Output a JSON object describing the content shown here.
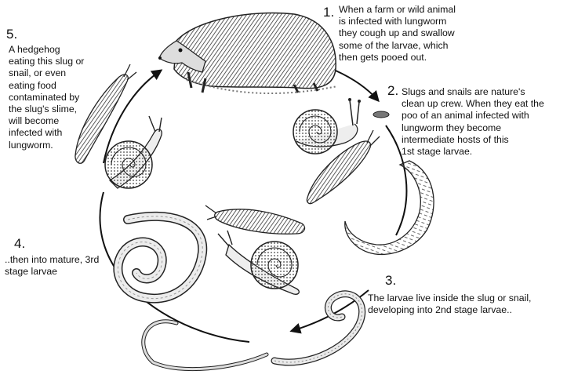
{
  "steps": [
    {
      "number": "1.",
      "text": "When a farm or wild animal\nis infected with lungworm\nthey cough up and swallow\nsome of the larvae, which\nthen gets pooed out."
    },
    {
      "number": "2.",
      "text": "Slugs and snails are nature's\nclean up crew. When they eat the\npoo of an animal infected with\nlungworm they become\nintermediate hosts of this\n        1st stage larvae."
    },
    {
      "number": "3.",
      "text": "The larvae live inside the slug or snail,\ndeveloping into 2nd stage larvae.."
    },
    {
      "number": "4.",
      "text": "..then into mature, 3rd\nstage larvae"
    },
    {
      "number": "5.",
      "text": "A hedgehog\neating this slug or\nsnail, or even\neating food\ncontaminated by\nthe slug's slime,\nwill become\ninfected with\nlungworm."
    }
  ],
  "illustrations": [
    "hedgehog",
    "dropping",
    "snail",
    "slug",
    "larva",
    "worm"
  ]
}
